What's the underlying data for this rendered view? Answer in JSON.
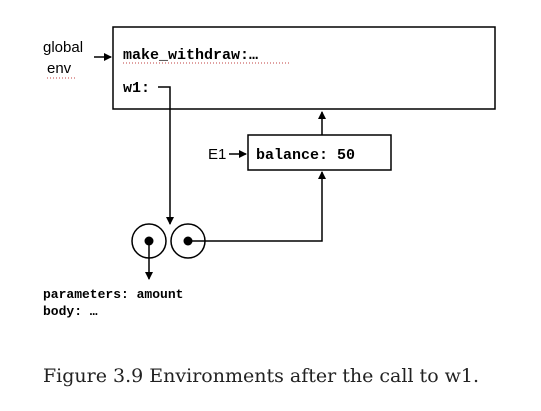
{
  "global_label_line1": "global",
  "global_label_line2": "env",
  "global_frame": {
    "binding1": "make_withdraw:…",
    "binding2": "w1:"
  },
  "e1_label": "E1",
  "e1_frame": {
    "binding": "balance: 50"
  },
  "procedure": {
    "parameters": "parameters: amount",
    "body": "body: …"
  },
  "caption": "Figure 3.9 Environments after the call to w1."
}
